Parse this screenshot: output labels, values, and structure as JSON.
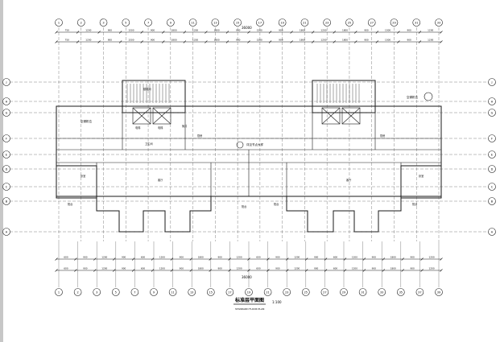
{
  "drawing": {
    "title": "标准层平面图",
    "subtitle": "STANDARD FLOOR PLAN",
    "scale": "1:100",
    "top_axes": [
      "1",
      "2",
      "3",
      "5",
      "7",
      "9",
      "11",
      "13",
      "15",
      "17",
      "19",
      "21",
      "23",
      "25",
      "27",
      "29",
      "31",
      "33"
    ],
    "bottom_axes": [
      "1",
      "2",
      "3",
      "5",
      "7",
      "9",
      "11",
      "13",
      "15",
      "17",
      "19",
      "21",
      "23",
      "25",
      "27",
      "29",
      "31",
      "33",
      "35",
      "37",
      "39"
    ],
    "left_axes": [
      "J",
      "H",
      "G",
      "F",
      "E",
      "D",
      "C",
      "B",
      "A"
    ],
    "right_axes": [
      "J",
      "H",
      "G",
      "F",
      "E",
      "D",
      "C",
      "B",
      "A"
    ],
    "dimension_top_row": [
      "750",
      "1200",
      "900",
      "1500",
      "900",
      "1800",
      "1200",
      "1800",
      "900",
      "1500",
      "900",
      "1800",
      "1200",
      "1800",
      "900",
      "1500",
      "900",
      "1200"
    ],
    "dimension_bottom_row": [
      "600",
      "900",
      "1200",
      "900",
      "600",
      "1200",
      "900",
      "1800",
      "900",
      "1200",
      "600",
      "900",
      "1200",
      "900",
      "600",
      "1200",
      "900",
      "1800",
      "900",
      "1200"
    ],
    "overall_top": "36000",
    "overall_bottom": "36000",
    "room_labels": [
      "楼梯间",
      "电梯",
      "电梯",
      "管井",
      "卧室",
      "卧室",
      "客厅",
      "客厅",
      "厨房",
      "厨房",
      "卫生间",
      "阳台",
      "阳台",
      "阳台",
      "阳台"
    ],
    "note_center": "详见节点大样",
    "note_left": "空调机位",
    "note_right": "空调机位"
  },
  "colors": {
    "line": "#1a1a1a",
    "axis_line": "#333333",
    "background": "#ffffff"
  }
}
